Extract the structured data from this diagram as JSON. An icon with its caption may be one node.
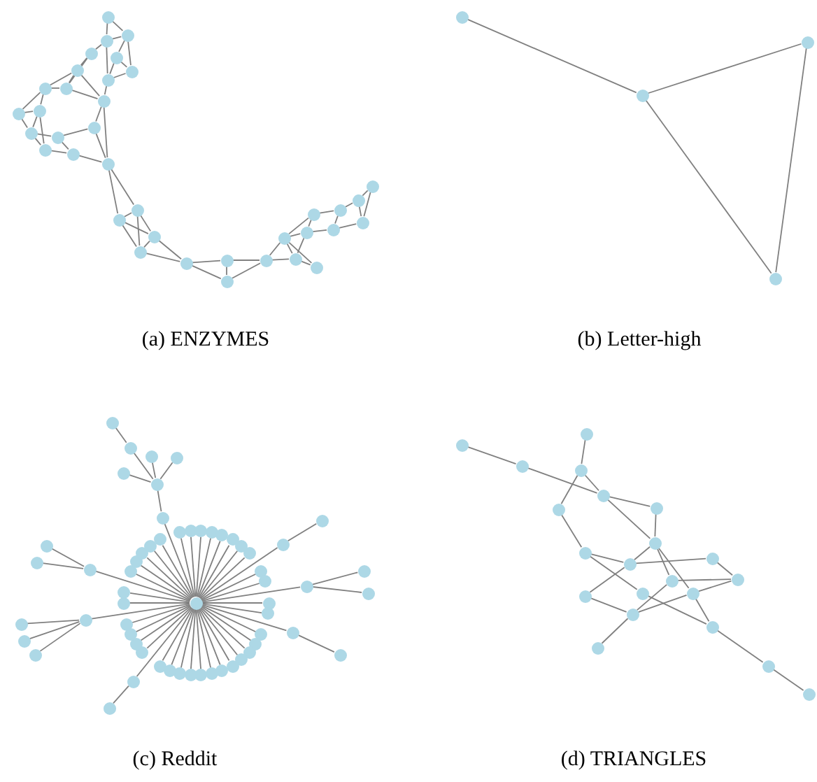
{
  "diagram": {
    "nodes": [
      {
        "text": [],
        "shape": "circle"
      },
      {
        "text": [],
        "shape": "circle"
      },
      {
        "text": [],
        "shape": "circle"
      },
      {
        "text": [],
        "shape": "circle"
      },
      {
        "text": [],
        "shape": "circle"
      },
      {
        "text": [],
        "shape": "circle"
      },
      {
        "text": [],
        "shape": "circle"
      },
      {
        "text": [],
        "shape": "circle"
      },
      {
        "text": [],
        "shape": "circle"
      },
      {
        "text": [],
        "shape": "circle"
      },
      {
        "text": [],
        "shape": "circle"
      },
      {
        "text": [],
        "shape": "circle"
      },
      {
        "text": [],
        "shape": "circle"
      },
      {
        "text": [],
        "shape": "circle"
      },
      {
        "text": [],
        "shape": "circle"
      },
      {
        "text": [],
        "shape": "circle"
      },
      {
        "text": [],
        "shape": "circle"
      },
      {
        "text": [],
        "shape": "circle"
      },
      {
        "text": [],
        "shape": "circle"
      },
      {
        "text": [],
        "shape": "circle"
      },
      {
        "text": [],
        "shape": "circle"
      },
      {
        "text": [],
        "shape": "circle"
      },
      {
        "text": [],
        "shape": "circle"
      },
      {
        "text": [],
        "shape": "circle"
      },
      {
        "text": [],
        "shape": "circle"
      },
      {
        "text": [],
        "shape": "circle"
      },
      {
        "text": [],
        "shape": "circle"
      },
      {
        "text": [],
        "shape": "circle"
      },
      {
        "text": [],
        "shape": "circle"
      },
      {
        "text": [],
        "shape": "circle"
      },
      {
        "text": [],
        "shape": "circle"
      },
      {
        "text": [],
        "shape": "circle"
      },
      {
        "text": [],
        "shape": "circle"
      },
      {
        "text": [],
        "shape": "circle"
      },
      {
        "text": [],
        "shape": "circle"
      },
      {
        "text": [],
        "shape": "circle"
      },
      {
        "text": [],
        "shape": "circle"
      },
      {
        "text": [],
        "shape": "circle"
      },
      {
        "text": [],
        "shape": "circle"
      },
      {
        "text": [],
        "shape": "circle"
      },
      {
        "text": [],
        "shape": "circle"
      },
      {
        "text": [],
        "shape": "circle"
      },
      {
        "text": [],
        "shape": "circle"
      },
      {
        "text": [],
        "shape": "circle"
      },
      {
        "text": [],
        "shape": "circle"
      },
      {
        "text": [],
        "shape": "circle"
      },
      {
        "text": [],
        "shape": "circle"
      },
      {
        "text": [],
        "shape": "circle"
      },
      {
        "text": [],
        "shape": "circle"
      },
      {
        "text": [],
        "shape": "circle"
      },
      {
        "text": [],
        "shape": "circle"
      },
      {
        "text": [],
        "shape": "circle"
      },
      {
        "text": [],
        "shape": "circle"
      },
      {
        "text": [],
        "shape": "circle"
      },
      {
        "text": [],
        "shape": "circle"
      },
      {
        "text": [],
        "shape": "circle"
      },
      {
        "text": [],
        "shape": "circle"
      },
      {
        "text": [],
        "shape": "circle"
      },
      {
        "text": [],
        "shape": "circle"
      },
      {
        "text": [],
        "shape": "circle"
      },
      {
        "text": [],
        "shape": "circle"
      },
      {
        "text": [],
        "shape": "circle"
      },
      {
        "text": [],
        "shape": "circle"
      },
      {
        "text": [],
        "shape": "circle"
      },
      {
        "text": [],
        "shape": "circle"
      },
      {
        "text": [],
        "shape": "circle"
      },
      {
        "text": [],
        "shape": "circle"
      },
      {
        "text": [],
        "shape": "circle"
      },
      {
        "text": [],
        "shape": "circle"
      },
      {
        "text": [],
        "shape": "circle"
      },
      {
        "text": [],
        "shape": "circle"
      },
      {
        "text": [],
        "shape": "circle"
      },
      {
        "text": [],
        "shape": "circle"
      },
      {
        "text": [],
        "shape": "circle"
      },
      {
        "text": [],
        "shape": "circle"
      },
      {
        "text": [],
        "shape": "circle"
      },
      {
        "text": [],
        "shape": "circle"
      },
      {
        "text": [],
        "shape": "circle"
      },
      {
        "text": [],
        "shape": "circle"
      },
      {
        "text": [],
        "shape": "circle"
      },
      {
        "text": [],
        "shape": "circle"
      },
      {
        "text": [],
        "shape": "circle"
      },
      {
        "text": [],
        "shape": "circle"
      },
      {
        "text": [],
        "shape": "circle"
      },
      {
        "text": [],
        "shape": "circle"
      },
      {
        "text": [],
        "shape": "circle"
      },
      {
        "text": [],
        "shape": "circle"
      },
      {
        "text": [],
        "shape": "circle"
      },
      {
        "text": [],
        "shape": "circle"
      },
      {
        "text": [],
        "shape": "circle"
      },
      {
        "text": [],
        "shape": "circle"
      },
      {
        "text": [],
        "shape": "circle"
      },
      {
        "text": [],
        "shape": "circle"
      },
      {
        "text": [],
        "shape": "circle"
      },
      {
        "text": [],
        "shape": "circle"
      },
      {
        "text": [],
        "shape": "circle"
      },
      {
        "text": [],
        "shape": "circle"
      },
      {
        "text": [],
        "shape": "circle"
      },
      {
        "text": [],
        "shape": "circle"
      },
      {
        "text": [],
        "shape": "circle"
      },
      {
        "text": [],
        "shape": "circle"
      },
      {
        "text": [],
        "shape": "circle"
      },
      {
        "text": [],
        "shape": "circle"
      },
      {
        "text": [],
        "shape": "circle"
      },
      {
        "text": [],
        "shape": "circle"
      },
      {
        "text": [],
        "shape": "circle"
      },
      {
        "text": [],
        "shape": "circle"
      },
      {
        "text": [],
        "shape": "circle"
      },
      {
        "text": [],
        "shape": "circle"
      },
      {
        "text": [],
        "shape": "circle"
      },
      {
        "text": [],
        "shape": "circle"
      },
      {
        "text": [],
        "shape": "circle"
      },
      {
        "text": [],
        "shape": "circle"
      },
      {
        "text": [],
        "shape": "circle"
      },
      {
        "text": [],
        "shape": "circle"
      },
      {
        "text": [],
        "shape": "circle"
      },
      {
        "text": [],
        "shape": "circle"
      },
      {
        "text": [],
        "shape": "circle"
      },
      {
        "text": [],
        "shape": "circle"
      },
      {
        "text": [],
        "shape": "circle"
      },
      {
        "text": [],
        "shape": "circle"
      }
    ],
    "edges": [
      {
        "from": 0,
        "to": 1,
        "arrow": "none"
      },
      {
        "from": 0,
        "to": 2,
        "arrow": "none"
      },
      {
        "from": 1,
        "to": 2,
        "arrow": "none"
      },
      {
        "from": 1,
        "to": 3,
        "arrow": "none"
      },
      {
        "from": 2,
        "to": 4,
        "arrow": "none"
      },
      {
        "from": 2,
        "to": 5,
        "arrow": "none"
      },
      {
        "from": 4,
        "to": 5,
        "arrow": "none"
      },
      {
        "from": 1,
        "to": 7,
        "arrow": "none"
      },
      {
        "from": 4,
        "to": 7,
        "arrow": "none"
      },
      {
        "from": 5,
        "to": 7,
        "arrow": "none"
      },
      {
        "from": 3,
        "to": 6,
        "arrow": "none"
      },
      {
        "from": 3,
        "to": 8,
        "arrow": "none"
      },
      {
        "from": 6,
        "to": 8,
        "arrow": "none"
      },
      {
        "from": 6,
        "to": 9,
        "arrow": "none"
      },
      {
        "from": 8,
        "to": 9,
        "arrow": "none"
      },
      {
        "from": 6,
        "to": 10,
        "arrow": "none"
      },
      {
        "from": 8,
        "to": 10,
        "arrow": "none"
      },
      {
        "from": 7,
        "to": 10,
        "arrow": "none"
      },
      {
        "from": 9,
        "to": 12,
        "arrow": "none"
      },
      {
        "from": 9,
        "to": 11,
        "arrow": "none"
      },
      {
        "from": 11,
        "to": 12,
        "arrow": "none"
      },
      {
        "from": 11,
        "to": 14,
        "arrow": "none"
      },
      {
        "from": 12,
        "to": 14,
        "arrow": "none"
      },
      {
        "from": 12,
        "to": 16,
        "arrow": "none"
      },
      {
        "from": 14,
        "to": 16,
        "arrow": "none"
      },
      {
        "from": 14,
        "to": 15,
        "arrow": "none"
      },
      {
        "from": 15,
        "to": 17,
        "arrow": "none"
      },
      {
        "from": 16,
        "to": 17,
        "arrow": "none"
      },
      {
        "from": 15,
        "to": 13,
        "arrow": "none"
      },
      {
        "from": 13,
        "to": 10,
        "arrow": "none"
      },
      {
        "from": 13,
        "to": 18,
        "arrow": "none"
      },
      {
        "from": 17,
        "to": 18,
        "arrow": "none"
      },
      {
        "from": 10,
        "to": 18,
        "arrow": "none"
      },
      {
        "from": 18,
        "to": 19,
        "arrow": "none"
      },
      {
        "from": 18,
        "to": 20,
        "arrow": "none"
      },
      {
        "from": 19,
        "to": 20,
        "arrow": "none"
      },
      {
        "from": 19,
        "to": 21,
        "arrow": "none"
      },
      {
        "from": 20,
        "to": 22,
        "arrow": "none"
      },
      {
        "from": 19,
        "to": 22,
        "arrow": "none"
      },
      {
        "from": 20,
        "to": 21,
        "arrow": "none"
      },
      {
        "from": 21,
        "to": 22,
        "arrow": "none"
      },
      {
        "from": 21,
        "to": 23,
        "arrow": "none"
      },
      {
        "from": 22,
        "to": 23,
        "arrow": "none"
      },
      {
        "from": 23,
        "to": 24,
        "arrow": "none"
      },
      {
        "from": 23,
        "to": 25,
        "arrow": "none"
      },
      {
        "from": 24,
        "to": 25,
        "arrow": "none"
      },
      {
        "from": 24,
        "to": 26,
        "arrow": "none"
      },
      {
        "from": 25,
        "to": 26,
        "arrow": "none"
      },
      {
        "from": 26,
        "to": 27,
        "arrow": "none"
      },
      {
        "from": 26,
        "to": 29,
        "arrow": "none"
      },
      {
        "from": 27,
        "to": 29,
        "arrow": "none"
      },
      {
        "from": 27,
        "to": 28,
        "arrow": "none"
      },
      {
        "from": 28,
        "to": 29,
        "arrow": "none"
      },
      {
        "from": 27,
        "to": 30,
        "arrow": "none"
      },
      {
        "from": 27,
        "to": 31,
        "arrow": "none"
      },
      {
        "from": 29,
        "to": 31,
        "arrow": "none"
      },
      {
        "from": 30,
        "to": 32,
        "arrow": "none"
      },
      {
        "from": 31,
        "to": 33,
        "arrow": "none"
      },
      {
        "from": 30,
        "to": 31,
        "arrow": "none"
      },
      {
        "from": 32,
        "to": 33,
        "arrow": "none"
      },
      {
        "from": 32,
        "to": 34,
        "arrow": "none"
      },
      {
        "from": 33,
        "to": 36,
        "arrow": "none"
      },
      {
        "from": 34,
        "to": 36,
        "arrow": "none"
      },
      {
        "from": 34,
        "to": 35,
        "arrow": "none"
      },
      {
        "from": 35,
        "to": 36,
        "arrow": "none"
      },
      {
        "from": 37,
        "to": 38,
        "arrow": "none"
      },
      {
        "from": 38,
        "to": 39,
        "arrow": "none"
      },
      {
        "from": 38,
        "to": 40,
        "arrow": "none"
      },
      {
        "from": 39,
        "to": 40,
        "arrow": "none"
      },
      {
        "from": 42,
        "to": 43,
        "arrow": "none"
      },
      {
        "from": 43,
        "to": 47,
        "arrow": "none"
      },
      {
        "from": 44,
        "to": 47,
        "arrow": "none"
      },
      {
        "from": 45,
        "to": 47,
        "arrow": "none"
      },
      {
        "from": 46,
        "to": 47,
        "arrow": "none"
      },
      {
        "from": 47,
        "to": 48,
        "arrow": "none"
      },
      {
        "from": 48,
        "to": 41,
        "arrow": "none"
      },
      {
        "from": 49,
        "to": 51,
        "arrow": "none"
      },
      {
        "from": 50,
        "to": 51,
        "arrow": "none"
      },
      {
        "from": 51,
        "to": 41,
        "arrow": "none"
      },
      {
        "from": 52,
        "to": 55,
        "arrow": "none"
      },
      {
        "from": 53,
        "to": 55,
        "arrow": "none"
      },
      {
        "from": 54,
        "to": 55,
        "arrow": "none"
      },
      {
        "from": 55,
        "to": 41,
        "arrow": "none"
      },
      {
        "from": 57,
        "to": 56,
        "arrow": "none"
      },
      {
        "from": 56,
        "to": 41,
        "arrow": "none"
      },
      {
        "from": 58,
        "to": 59,
        "arrow": "none"
      },
      {
        "from": 59,
        "to": 41,
        "arrow": "none"
      },
      {
        "from": 60,
        "to": 62,
        "arrow": "none"
      },
      {
        "from": 61,
        "to": 62,
        "arrow": "none"
      },
      {
        "from": 62,
        "to": 41,
        "arrow": "none"
      },
      {
        "from": 64,
        "to": 63,
        "arrow": "none"
      },
      {
        "from": 63,
        "to": 41,
        "arrow": "none"
      },
      {
        "from": 41,
        "to": 65,
        "arrow": "none"
      },
      {
        "from": 41,
        "to": 66,
        "arrow": "none"
      },
      {
        "from": 41,
        "to": 67,
        "arrow": "none"
      },
      {
        "from": 41,
        "to": 68,
        "arrow": "none"
      },
      {
        "from": 41,
        "to": 69,
        "arrow": "none"
      },
      {
        "from": 41,
        "to": 70,
        "arrow": "none"
      },
      {
        "from": 41,
        "to": 71,
        "arrow": "none"
      },
      {
        "from": 41,
        "to": 72,
        "arrow": "none"
      },
      {
        "from": 41,
        "to": 73,
        "arrow": "none"
      },
      {
        "from": 41,
        "to": 74,
        "arrow": "none"
      },
      {
        "from": 41,
        "to": 75,
        "arrow": "none"
      },
      {
        "from": 41,
        "to": 76,
        "arrow": "none"
      },
      {
        "from": 41,
        "to": 77,
        "arrow": "none"
      },
      {
        "from": 41,
        "to": 78,
        "arrow": "none"
      },
      {
        "from": 41,
        "to": 79,
        "arrow": "none"
      },
      {
        "from": 41,
        "to": 80,
        "arrow": "none"
      },
      {
        "from": 41,
        "to": 81,
        "arrow": "none"
      },
      {
        "from": 41,
        "to": 82,
        "arrow": "none"
      },
      {
        "from": 41,
        "to": 83,
        "arrow": "none"
      },
      {
        "from": 41,
        "to": 84,
        "arrow": "none"
      },
      {
        "from": 41,
        "to": 85,
        "arrow": "none"
      },
      {
        "from": 41,
        "to": 86,
        "arrow": "none"
      },
      {
        "from": 41,
        "to": 87,
        "arrow": "none"
      },
      {
        "from": 41,
        "to": 88,
        "arrow": "none"
      },
      {
        "from": 41,
        "to": 89,
        "arrow": "none"
      },
      {
        "from": 41,
        "to": 90,
        "arrow": "none"
      },
      {
        "from": 41,
        "to": 91,
        "arrow": "none"
      },
      {
        "from": 41,
        "to": 92,
        "arrow": "none"
      },
      {
        "from": 41,
        "to": 93,
        "arrow": "none"
      },
      {
        "from": 41,
        "to": 94,
        "arrow": "none"
      },
      {
        "from": 41,
        "to": 95,
        "arrow": "none"
      },
      {
        "from": 41,
        "to": 96,
        "arrow": "none"
      },
      {
        "from": 41,
        "to": 97,
        "arrow": "none"
      },
      {
        "from": 41,
        "to": 98,
        "arrow": "none"
      },
      {
        "from": 41,
        "to": 99,
        "arrow": "none"
      },
      {
        "from": 100,
        "to": 101,
        "arrow": "none"
      },
      {
        "from": 101,
        "to": 104,
        "arrow": "none"
      },
      {
        "from": 102,
        "to": 103,
        "arrow": "none"
      },
      {
        "from": 103,
        "to": 104,
        "arrow": "none"
      },
      {
        "from": 103,
        "to": 105,
        "arrow": "none"
      },
      {
        "from": 104,
        "to": 106,
        "arrow": "none"
      },
      {
        "from": 104,
        "to": 107,
        "arrow": "none"
      },
      {
        "from": 106,
        "to": 107,
        "arrow": "none"
      },
      {
        "from": 105,
        "to": 108,
        "arrow": "none"
      },
      {
        "from": 108,
        "to": 109,
        "arrow": "none"
      },
      {
        "from": 108,
        "to": 114,
        "arrow": "none"
      },
      {
        "from": 114,
        "to": 117,
        "arrow": "none"
      },
      {
        "from": 109,
        "to": 107,
        "arrow": "none"
      },
      {
        "from": 109,
        "to": 110,
        "arrow": "none"
      },
      {
        "from": 110,
        "to": 111,
        "arrow": "none"
      },
      {
        "from": 107,
        "to": 115,
        "arrow": "none"
      },
      {
        "from": 107,
        "to": 112,
        "arrow": "none"
      },
      {
        "from": 112,
        "to": 111,
        "arrow": "none"
      },
      {
        "from": 112,
        "to": 116,
        "arrow": "none"
      },
      {
        "from": 111,
        "to": 115,
        "arrow": "none"
      },
      {
        "from": 115,
        "to": 116,
        "arrow": "none"
      },
      {
        "from": 115,
        "to": 117,
        "arrow": "none"
      },
      {
        "from": 113,
        "to": 109,
        "arrow": "none"
      },
      {
        "from": 113,
        "to": 116,
        "arrow": "none"
      },
      {
        "from": 116,
        "to": 118,
        "arrow": "none"
      },
      {
        "from": 117,
        "to": 119,
        "arrow": "none"
      },
      {
        "from": 119,
        "to": 120,
        "arrow": "none"
      }
    ],
    "labels": [
      "(a) ENZYMES",
      "(b) Letter-high",
      "(c) Reddit",
      "(d) TRIANGLES"
    ]
  }
}
